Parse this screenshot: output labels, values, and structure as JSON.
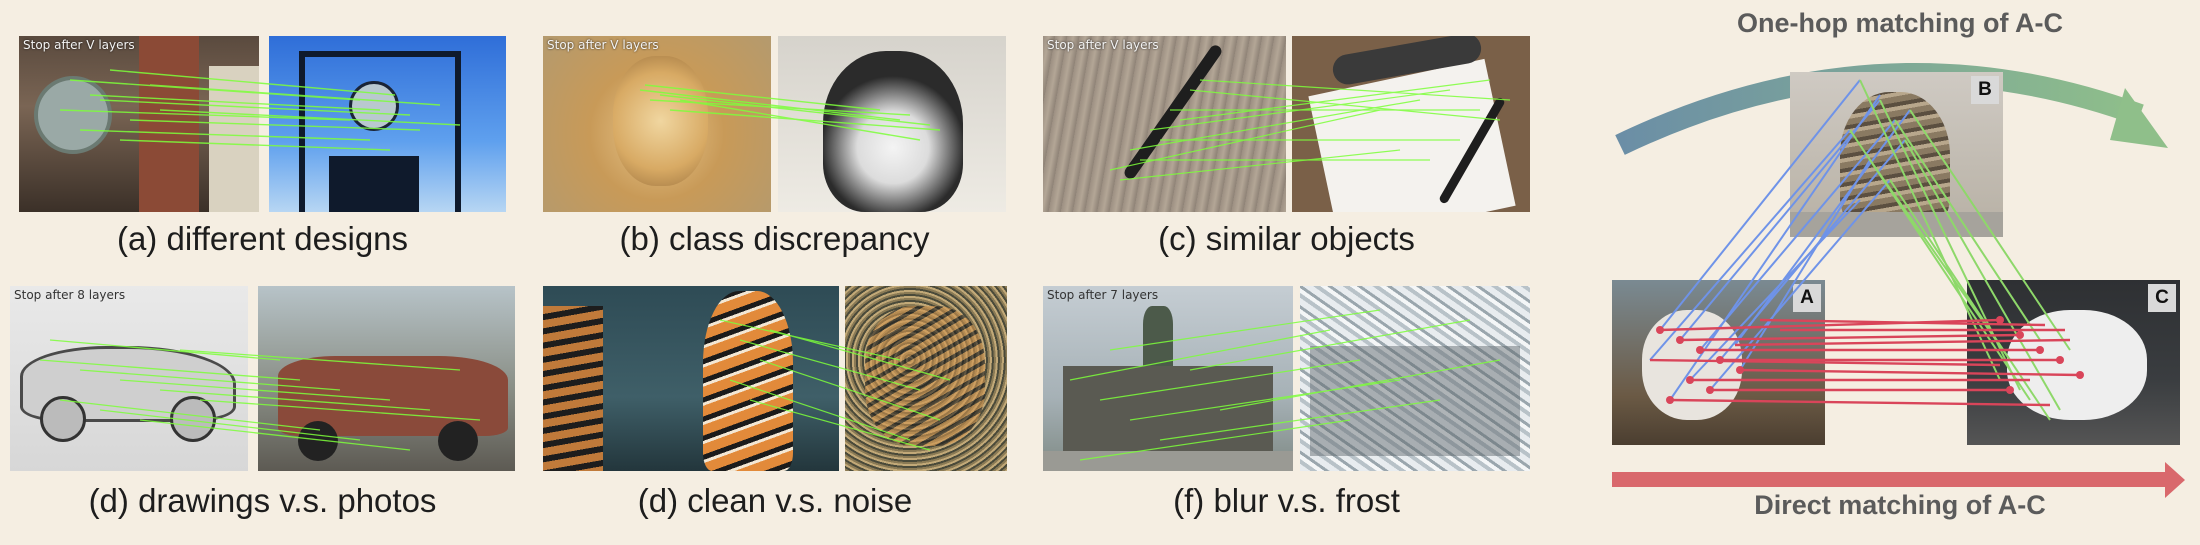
{
  "figure": {
    "panels": [
      {
        "id": "a",
        "caption": "(a) different designs",
        "tag": "Stop after V layers"
      },
      {
        "id": "b",
        "caption": "(b) class discrepancy",
        "tag": "Stop after V layers"
      },
      {
        "id": "c",
        "caption": "(c) similar objects",
        "tag": "Stop after V layers"
      },
      {
        "id": "d1",
        "caption": "(d) drawings v.s. photos",
        "tag": "Stop after 8 layers"
      },
      {
        "id": "d2",
        "caption": "(d) clean v.s. noise",
        "tag": ""
      },
      {
        "id": "f",
        "caption": "(f) blur v.s. frost",
        "tag": "Stop after 7 layers"
      }
    ],
    "right": {
      "top_title": "One-hop matching of A-C",
      "bottom_title": "Direct matching of A-C",
      "labels": {
        "a": "A",
        "b": "B",
        "c": "C"
      }
    },
    "colors": {
      "match_green": "#7dff3a",
      "arrow_blue": "#6b8ea6",
      "arrow_green": "#8fbf8a",
      "arrow_red": "#d9686c",
      "line_blue": "#6f93e8",
      "line_red": "#d9455a",
      "line_green": "#8ed86a"
    }
  }
}
